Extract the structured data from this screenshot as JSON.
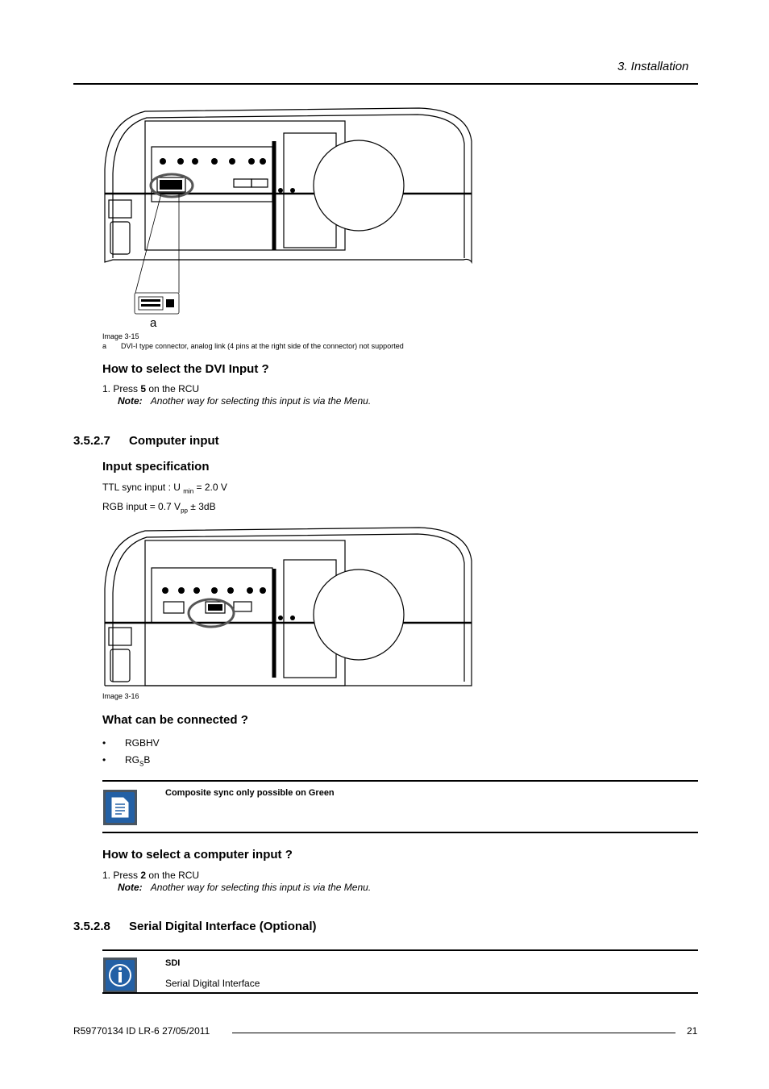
{
  "header": {
    "section": "3.  Installation"
  },
  "figure1": {
    "callout_letter": "a",
    "caption": "Image 3-15",
    "legend_letter": "a",
    "legend_text": "DVI-I type connector, analog link (4 pins at the right side of the connector) not supported"
  },
  "dvi_select": {
    "heading": "How to select the DVI Input ?",
    "step_prefix": "1.  Press ",
    "step_key": "5",
    "step_suffix": " on the RCU",
    "note_label": "Note:",
    "note_text": "Another way for selecting this input is via the Menu."
  },
  "section_3527": {
    "number": "3.5.2.7",
    "title": "Computer input"
  },
  "input_spec": {
    "heading": "Input specification",
    "ttl_prefix": "TTL sync input :  U ",
    "ttl_sub": "min",
    "ttl_suffix": " = 2.0 V",
    "rgb_prefix": "RGB input = 0.7 V",
    "rgb_sub": "pp",
    "rgb_suffix": " ± 3dB"
  },
  "figure2": {
    "caption": "Image 3-16"
  },
  "connect": {
    "heading": "What can be connected ?",
    "items": [
      {
        "pre": "RGBHV",
        "sub": "",
        "post": ""
      },
      {
        "pre": "RG",
        "sub": "S",
        "post": "B"
      }
    ]
  },
  "note_box": {
    "text": "Composite sync only possible on Green",
    "icon": "document-note-icon"
  },
  "computer_select": {
    "heading": "How to select a computer input ?",
    "step_prefix": "1.  Press ",
    "step_key": "2",
    "step_suffix": " on the RCU",
    "note_label": "Note:",
    "note_text": "Another way for selecting this input is via the Menu."
  },
  "section_3528": {
    "number": "3.5.2.8",
    "title": "Serial Digital Interface (Optional)"
  },
  "info_box": {
    "title": "SDI",
    "text": "Serial Digital Interface",
    "icon": "info-icon"
  },
  "footer": {
    "doc": "R59770134  ID LR-6  27/05/2011",
    "page": "21"
  }
}
